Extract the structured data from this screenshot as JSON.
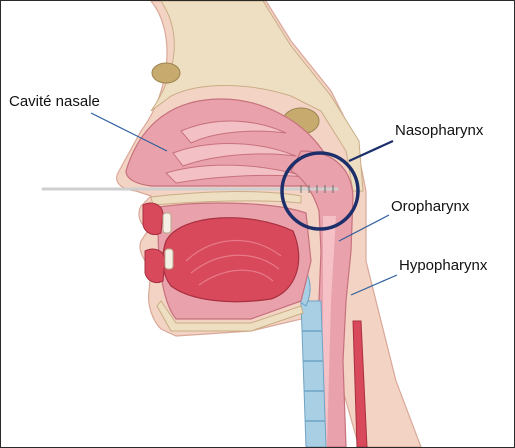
{
  "labels": {
    "nasal_cavity": "Cavité nasale",
    "nasopharynx": "Nasopharynx",
    "oropharynx": "Oropharynx",
    "hypopharynx": "Hypopharynx"
  },
  "colors": {
    "mucosa": "#e9a2ab",
    "mucosa_dark": "#d97a86",
    "tongue": "#d8495c",
    "bone": "#efdfc2",
    "skin": "#f3d3c4",
    "airway_light": "#f7c9cd",
    "cartilage": "#a9cfe4",
    "leader": "#2f5f9e",
    "circle": "#1c2f6b"
  },
  "icons": [
    "nasal-cavity-region",
    "pharynx-highlight-circle",
    "endoscope-probe"
  ]
}
